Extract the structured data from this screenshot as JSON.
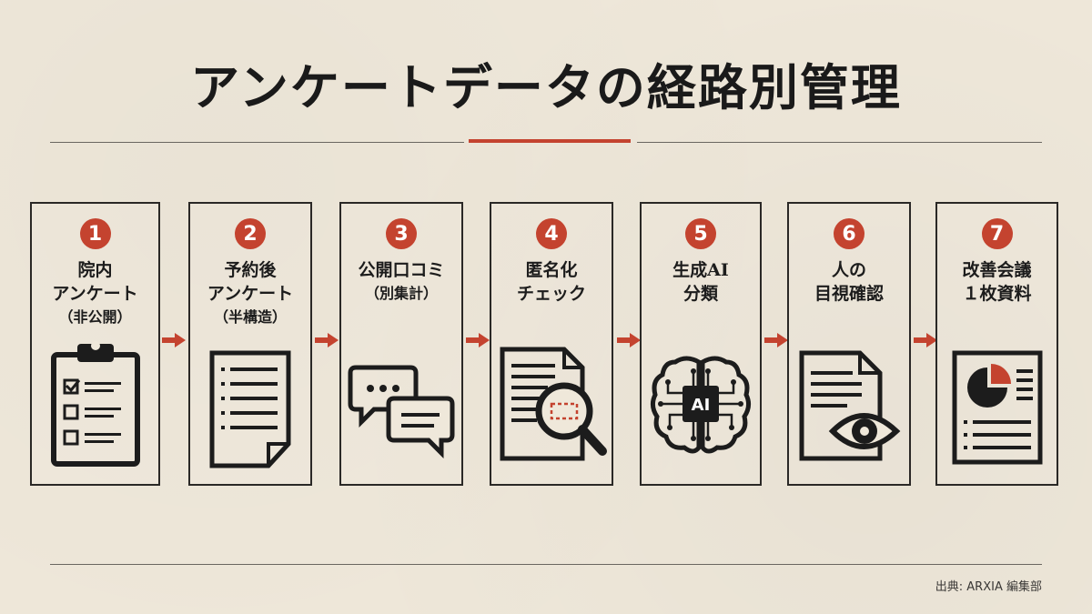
{
  "title": "アンケートデータの経路別管理",
  "steps": [
    {
      "number": "1",
      "line1": "院内",
      "line2": "アンケート",
      "line3": "（非公開）",
      "icon": "clipboard-checklist-icon"
    },
    {
      "number": "2",
      "line1": "予約後",
      "line2": "アンケート",
      "line3": "（半構造）",
      "icon": "document-icon"
    },
    {
      "number": "3",
      "line1": "公開口コミ",
      "line2": "（別集計）",
      "line3": "",
      "icon": "speech-bubbles-icon"
    },
    {
      "number": "4",
      "line1": "匿名化",
      "line2": "チェック",
      "line3": "",
      "icon": "magnifier-document-icon"
    },
    {
      "number": "5",
      "line1": "生成AI",
      "line2": "分類",
      "line3": "",
      "icon": "ai-brain-icon"
    },
    {
      "number": "6",
      "line1": "人の",
      "line2": "目視確認",
      "line3": "",
      "icon": "document-eye-icon"
    },
    {
      "number": "7",
      "line1": "改善会議",
      "line2": "１枚資料",
      "line3": "",
      "icon": "report-pie-chart-icon"
    }
  ],
  "source": "出典: ARXIA 編集部",
  "colors": {
    "accent": "#c4432f",
    "ink": "#1c1c1c",
    "paper": "#efe8da"
  }
}
